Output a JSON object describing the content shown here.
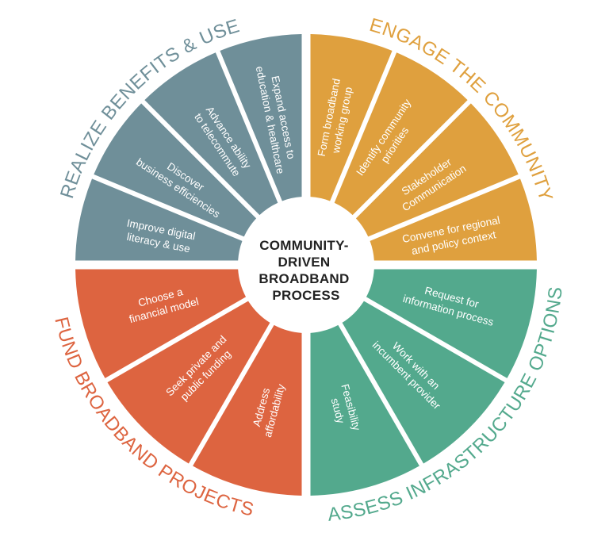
{
  "center": {
    "lines": [
      "COMMUNITY-",
      "DRIVEN",
      "BROADBAND",
      "PROCESS"
    ]
  },
  "quadrants": [
    {
      "id": "engage",
      "title": "ENGAGE THE COMMUNITY",
      "color": "#DFA03E",
      "items": [
        {
          "lines": [
            "Form broadband",
            "working group"
          ]
        },
        {
          "lines": [
            "Identify community",
            "priorities"
          ]
        },
        {
          "lines": [
            "Stakeholder",
            "Communication"
          ]
        },
        {
          "lines": [
            "Convene for regional",
            "and policy context"
          ]
        }
      ]
    },
    {
      "id": "assess",
      "title": "ASSESS INFRASTRUCTURE OPTIONS",
      "color": "#53A98D",
      "items": [
        {
          "lines": [
            "Request for",
            "information process"
          ]
        },
        {
          "lines": [
            "Work with an",
            "incumbent provider"
          ]
        },
        {
          "lines": [
            "Feasibility",
            "study"
          ]
        }
      ]
    },
    {
      "id": "fund",
      "title": "FUND BROADBAND PROJECTS",
      "color": "#DD6440",
      "items": [
        {
          "lines": [
            "Address",
            "affordability"
          ]
        },
        {
          "lines": [
            "Seek private and",
            "public funding"
          ]
        },
        {
          "lines": [
            "Choose a",
            "financial model"
          ]
        }
      ]
    },
    {
      "id": "realize",
      "title": "REALIZE BENEFITS & USE",
      "color": "#6F8F99",
      "items": [
        {
          "lines": [
            "Improve digital",
            "literacy & use"
          ]
        },
        {
          "lines": [
            "Discover",
            "business efficiencies"
          ]
        },
        {
          "lines": [
            "Advance ability",
            "to telecommute"
          ]
        },
        {
          "lines": [
            "Expand access to",
            "education & healthcare"
          ]
        }
      ]
    }
  ]
}
